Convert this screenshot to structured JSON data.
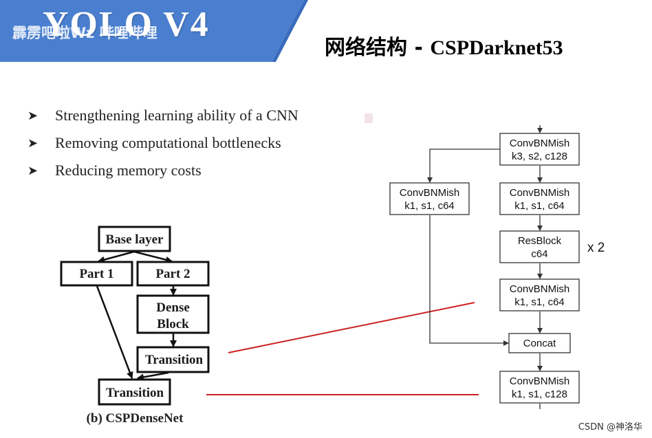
{
  "header": {
    "title": "YOLO V4",
    "watermark": "霹雳吧啦Wz 哔哩哔哩",
    "slide_title_cn": "网络结构 - ",
    "slide_title_en": "CSPDarknet53"
  },
  "bullets": [
    "Strengthening learning ability of a CNN",
    "Removing computational bottlenecks",
    "Reducing memory costs"
  ],
  "cspdensenet": {
    "base_layer": "Base layer",
    "part1": "Part 1",
    "part2": "Part 2",
    "dense_block_line1": "Dense",
    "dense_block_line2": "Block",
    "transition_inner": "Transition",
    "transition_outer": "Transition",
    "caption": "(b) CSPDenseNet"
  },
  "cspdarknet": {
    "conv_top": [
      "ConvBNMish",
      "k3, s2, c128"
    ],
    "conv_left": [
      "ConvBNMish",
      "k1, s1, c64"
    ],
    "conv_right": [
      "ConvBNMish",
      "k1, s1, c64"
    ],
    "resblock": [
      "ResBlock",
      "c64"
    ],
    "repeat": "x 2",
    "conv_after_res": [
      "ConvBNMish",
      "k1, s1, c64"
    ],
    "concat": "Concat",
    "conv_bottom": [
      "ConvBNMish",
      "k1, s1, c128"
    ]
  },
  "colors": {
    "banner": "#4a7fd0",
    "banner_dark": "#3a6cbc",
    "link_line": "#cc1f1f",
    "box_stroke": "#333333"
  },
  "footer": "CSDN @神洛华"
}
